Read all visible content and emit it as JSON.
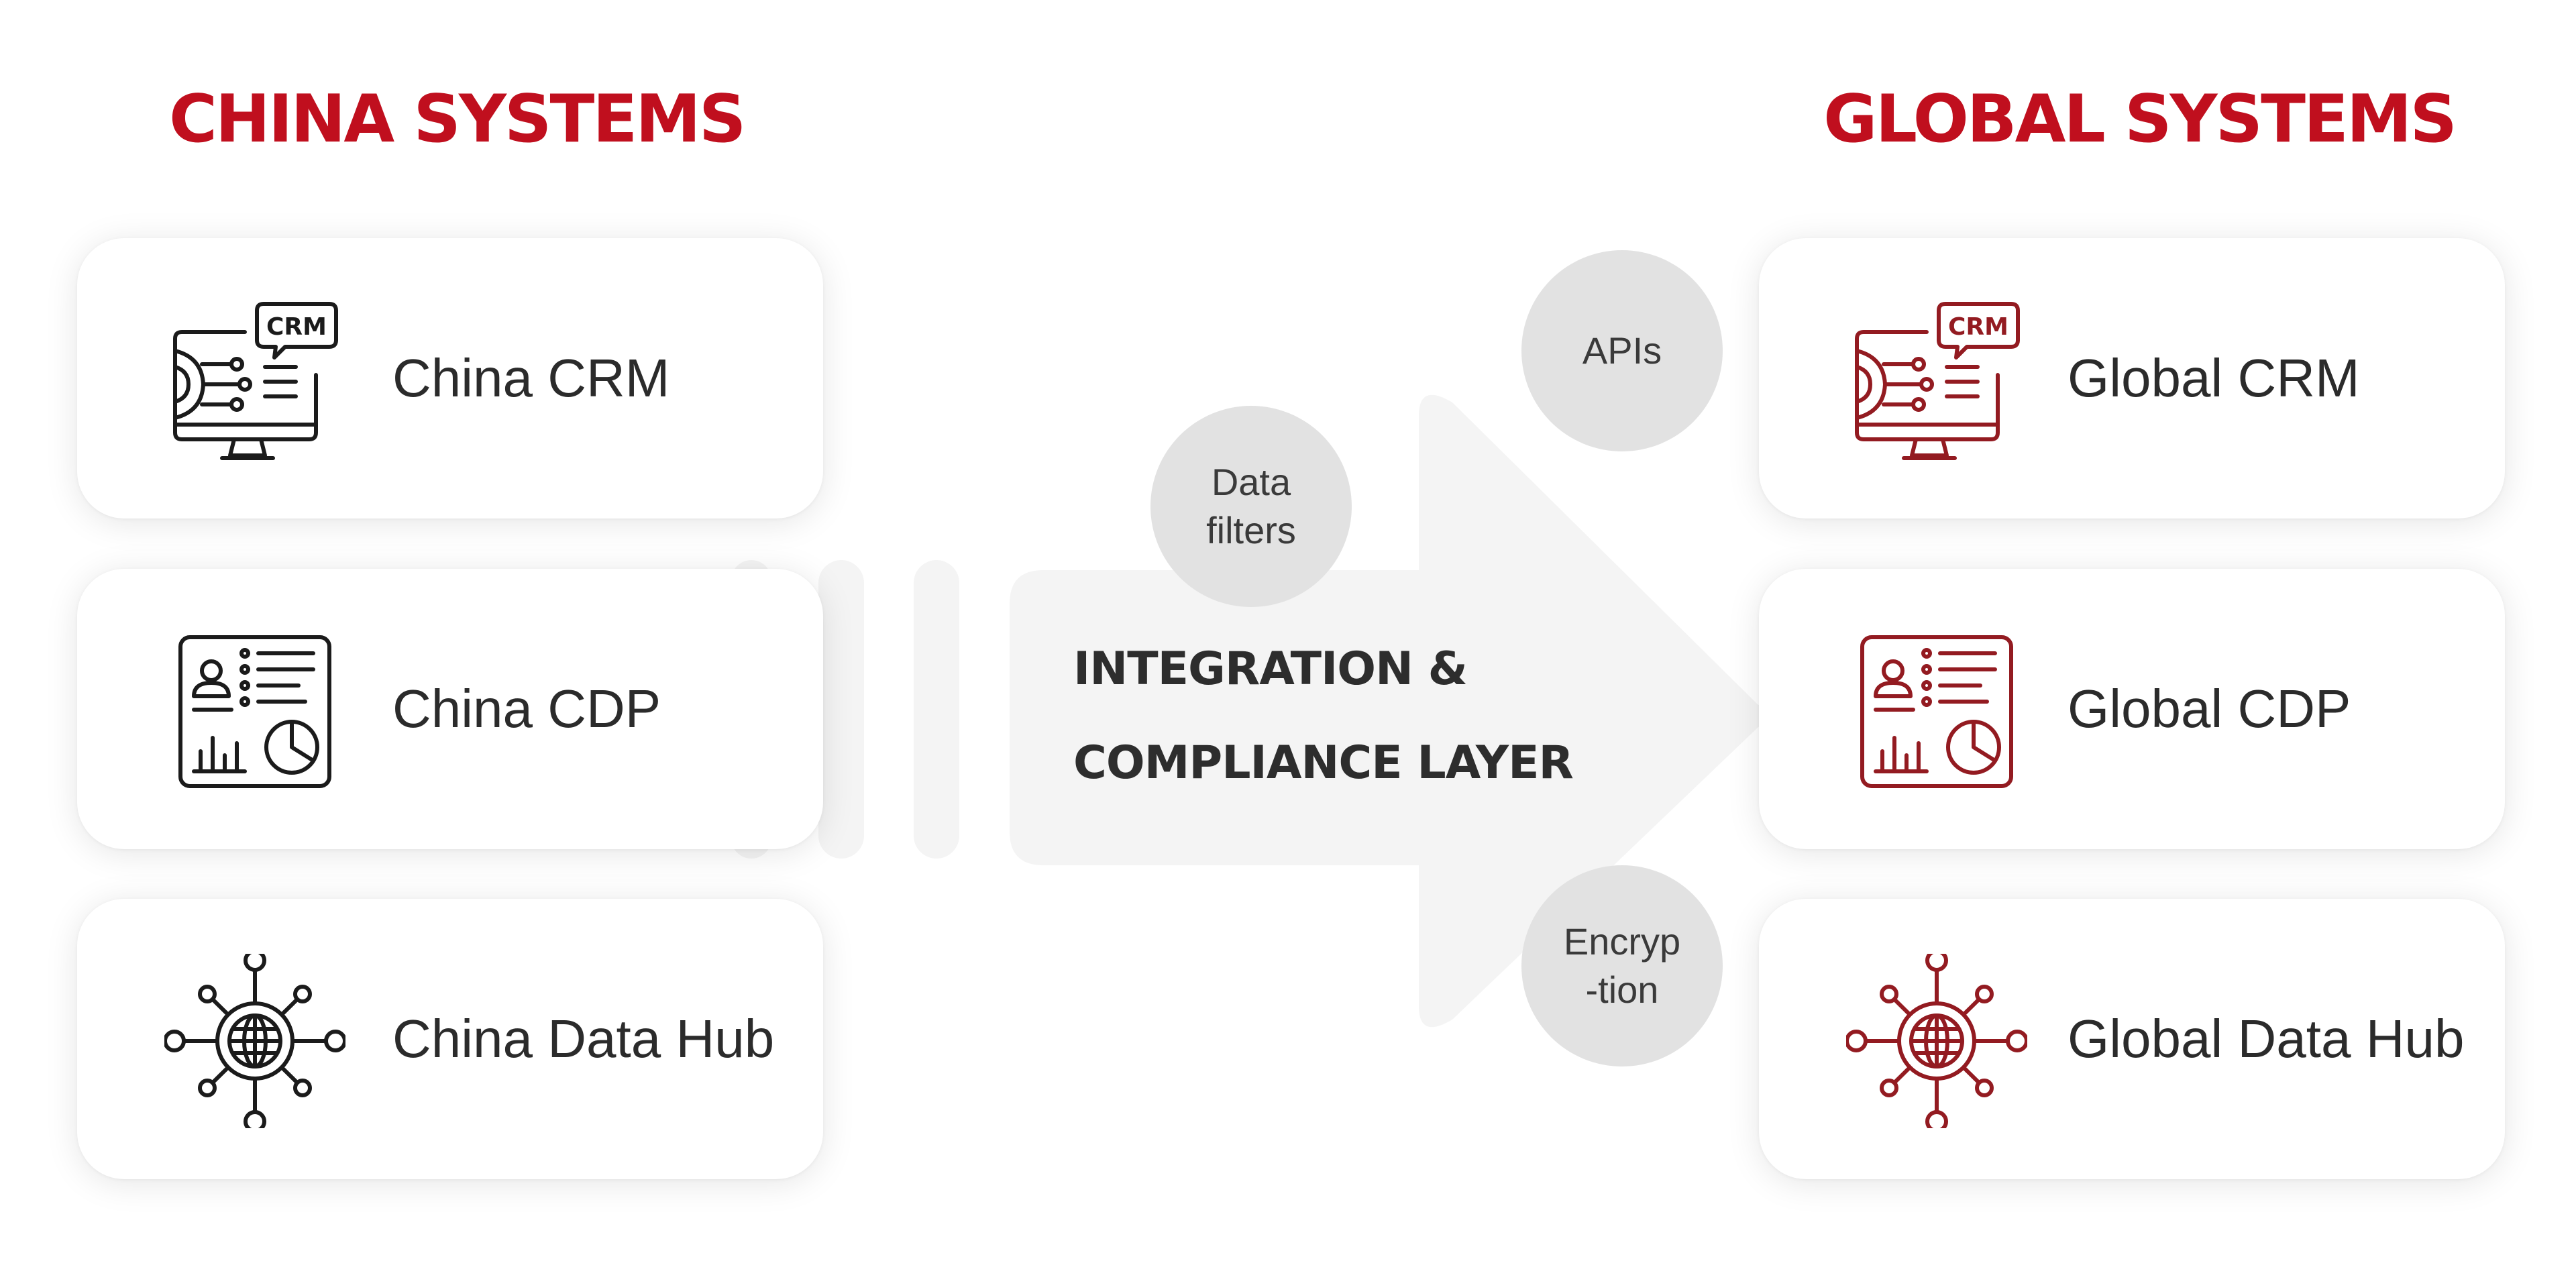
{
  "headings": {
    "left": "CHINA SYSTEMS",
    "right": "GLOBAL SYSTEMS"
  },
  "colors": {
    "heading": "#c00f1e",
    "left_icon": "#1b1b1b",
    "right_icon": "#931b21",
    "arrow": "#f4f4f4",
    "bubble": "#e2e2e2"
  },
  "left_systems": [
    {
      "label": "China CRM",
      "icon": "crm-monitor-icon",
      "badge": "CRM"
    },
    {
      "label": "China CDP",
      "icon": "dashboard-icon"
    },
    {
      "label": "China Data Hub",
      "icon": "globe-network-icon"
    }
  ],
  "right_systems": [
    {
      "label": "Global CRM",
      "icon": "crm-monitor-icon",
      "badge": "CRM"
    },
    {
      "label": "Global CDP",
      "icon": "dashboard-icon"
    },
    {
      "label": "Global Data Hub",
      "icon": "globe-network-icon"
    }
  ],
  "middle": {
    "title_line1": "INTEGRATION &",
    "title_line2": "COMPLIANCE LAYER"
  },
  "bubbles": {
    "data_filters": "Data\nfilters",
    "apis": "APIs",
    "encryption": "Encryp\n-tion"
  }
}
